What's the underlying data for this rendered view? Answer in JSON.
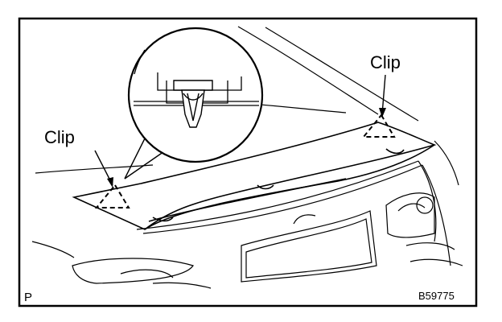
{
  "labels": {
    "clip_right": "Clip",
    "clip_left": "Clip",
    "corner_mark": "P",
    "figure_code": "B59775"
  },
  "colors": {
    "line": "#000000",
    "background": "#ffffff"
  }
}
